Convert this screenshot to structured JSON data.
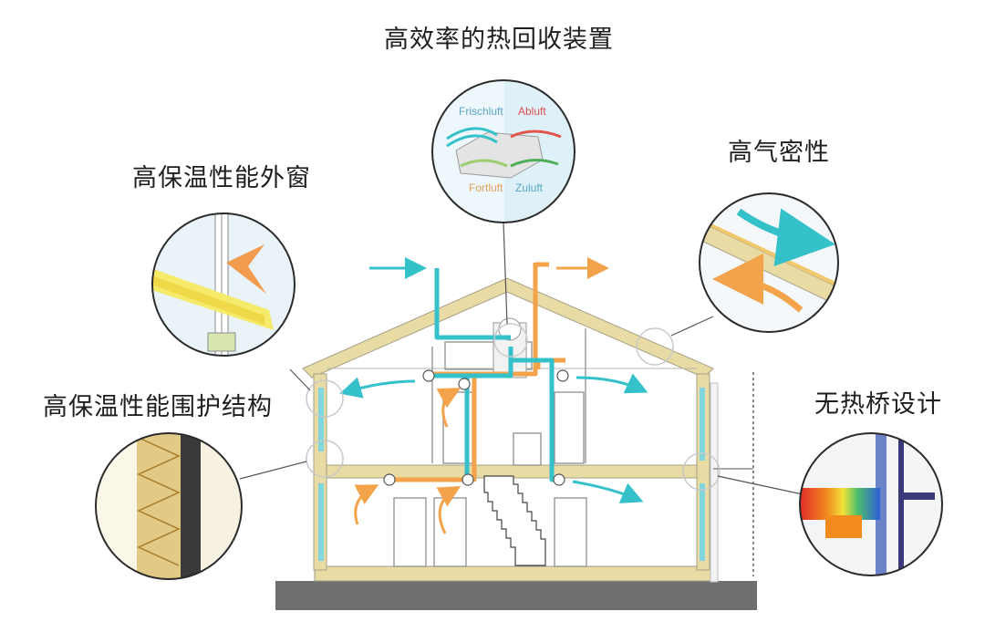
{
  "labels": {
    "heat_recovery": "高效率的热回收装置",
    "windows": "高保温性能外窗",
    "airtightness": "高气密性",
    "envelope": "高保温性能围护结构",
    "thermal_bridge": "无热桥设计"
  },
  "hrv": {
    "frischluft": "Frischluft",
    "abluft": "Abluft",
    "fortluft": "Fortluft",
    "zuluft": "Zuluft"
  },
  "colors": {
    "fresh_air": "#35c1c9",
    "exhaust_air": "#f3a44b",
    "insulation": "#e8dba3",
    "ground": "#6f6f6f",
    "callout_border": "#2b2b2b"
  },
  "icons": [
    "fan-icon",
    "arrow-icon",
    "staircase-icon"
  ]
}
